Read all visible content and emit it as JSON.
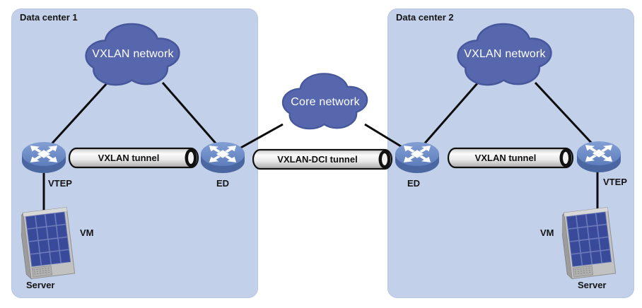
{
  "diagram": {
    "data_centers": [
      {
        "title": "Data center 1",
        "cloud_label": "VXLAN network",
        "tunnel_label": "VXLAN tunnel",
        "vtep_label": "VTEP",
        "ed_label": "ED",
        "vm_label": "VM",
        "server_label": "Server"
      },
      {
        "title": "Data center 2",
        "cloud_label": "VXLAN network",
        "tunnel_label": "VXLAN tunnel",
        "vtep_label": "VTEP",
        "ed_label": "ED",
        "vm_label": "VM",
        "server_label": "Server"
      }
    ],
    "core": {
      "cloud_label": "Core network",
      "tunnel_label": "VXLAN-DCI tunnel"
    },
    "colors": {
      "panel_background": "#c3d0ea",
      "cloud_fill": "#5767ae",
      "cloud_border": "#47579b",
      "router_top": "#7e9ad0",
      "router_side": "#4a67a2",
      "tunnel_body": "#e9e9e9",
      "tunnel_outline": "#111111",
      "server_cube": "#394a9b",
      "connection_line": "#0c0c0c",
      "label_text": "#151515",
      "cloud_text": "#ffffff"
    }
  }
}
